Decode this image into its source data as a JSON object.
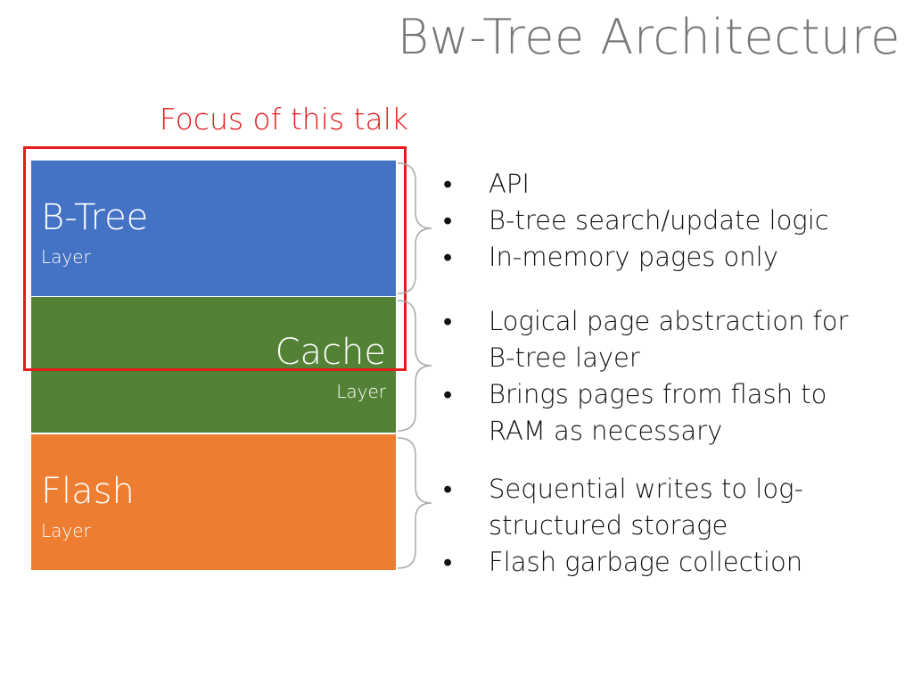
{
  "title": "Bw-Tree Architecture",
  "focus_label": "Focus of this talk",
  "layers": [
    {
      "name": "B-Tree",
      "sub": "Layer",
      "color": "#4472c4"
    },
    {
      "name": "Cache",
      "sub": "Layer",
      "color": "#538135"
    },
    {
      "name": "Flash",
      "sub": "Layer",
      "color": "#ed7d31"
    }
  ],
  "focus_box_color": "#e51c1c",
  "bullet_groups": [
    {
      "items": [
        "API",
        "B-tree search/update logic",
        "In-memory pages only"
      ]
    },
    {
      "items": [
        "Logical page abstraction for B-tree layer",
        "Brings pages from flash to RAM as necessary"
      ]
    },
    {
      "items": [
        "Sequential writes to log-structured storage",
        "Flash garbage collection"
      ]
    }
  ]
}
